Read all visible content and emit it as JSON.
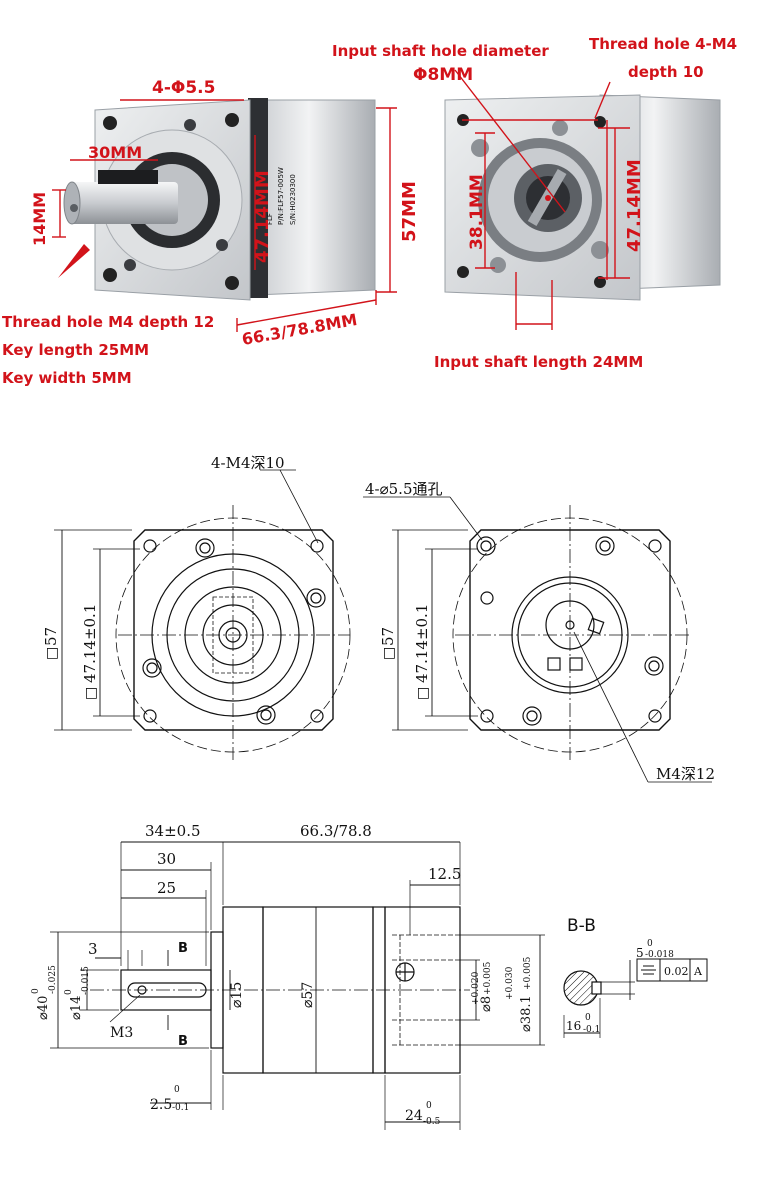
{
  "colors": {
    "label_red": "#d2131a",
    "metal_light": "#e4e6e8",
    "metal_mid": "#b9bcc0",
    "metal_dark": "#2a2c2f",
    "drawing_line": "#111111"
  },
  "photo_left": {
    "bolt_hole": "4-Φ5.5",
    "key_length_dim": "30MM",
    "shaft_dia_dim": "14MM",
    "pcd_dim": "47.14MM",
    "square_dim": "57MM",
    "length_dim": "66.3/78.8MM",
    "product_text": "P/N:FLF57-005W",
    "serial_text": "S/N:H0230300",
    "brand_text": "FLF",
    "notes": [
      "Thread hole M4 depth 12",
      "Key length 25MM",
      "Key width 5MM"
    ]
  },
  "photo_right": {
    "input_hole_title": "Input shaft hole diameter",
    "input_hole_value": "Φ8MM",
    "thread_title": "Thread hole 4-M4",
    "thread_depth": "depth 10",
    "bore_dim": "38.1MM",
    "pcd_dim": "47.14MM",
    "input_length": "Input shaft length 24MM"
  },
  "drawing_front_left": {
    "callout": "4-M4深10",
    "square": "57",
    "square_symbol": "□",
    "pcd": "47.14±0.1",
    "pcd_symbol": "□"
  },
  "drawing_front_right": {
    "callout": "4-⌀5.5通孔",
    "square": "57",
    "square_symbol": "□",
    "pcd": "47.14±0.1",
    "pcd_symbol": "□",
    "thread_callout": "M4深12"
  },
  "drawing_side": {
    "dim_34": "34±0.5",
    "dim_length": "66.3/78.8",
    "dim_30": "30",
    "dim_25": "25",
    "dim_12_5": "12.5",
    "dim_3": "3",
    "section_mark": "B",
    "shaft_od": "⌀40",
    "shaft_od_tol_top": "0",
    "shaft_od_tol_bot": "-0.025",
    "shaft_dia": "⌀14",
    "shaft_dia_tol_top": "0",
    "shaft_dia_tol_bot": "-0.015",
    "thread": "M3",
    "flange_dia": "⌀15",
    "body_dia": "⌀57",
    "bore8": "⌀8",
    "bore8_tol_top": "+0.020",
    "bore8_tol_bot": "+0.005",
    "bore38": "⌀38.1",
    "bore38_tol_top": "+0.030",
    "bore38_tol_bot": "+0.005",
    "dim_2_5": "2.5",
    "dim_2_5_tol_top": "0",
    "dim_2_5_tol_bot": "-0.1",
    "dim_24": "24",
    "dim_24_tol_top": "0",
    "dim_24_tol_bot": "-0.5"
  },
  "section_bb": {
    "title": "B-B",
    "key_width": "5",
    "key_width_tol_top": "0",
    "key_width_tol_bot": "-0.018",
    "tolerance_value": "0.02",
    "datum": "A",
    "key_depth": "16",
    "key_depth_tol_top": "0",
    "key_depth_tol_bot": "-0.1"
  }
}
